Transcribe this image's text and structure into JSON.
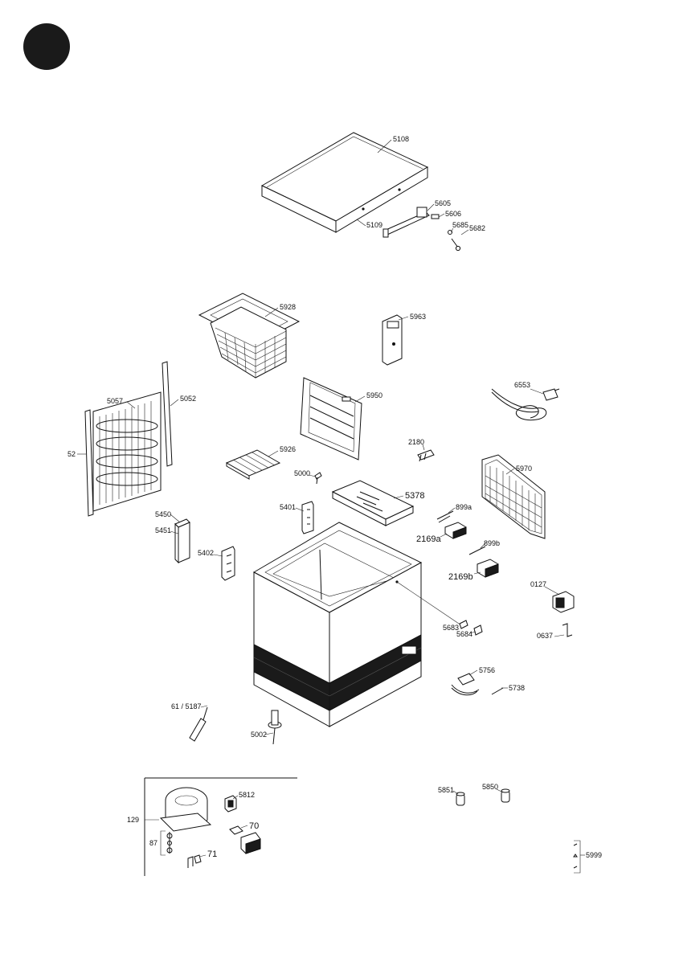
{
  "labels": {
    "l5108": "5108",
    "l5109": "5109",
    "l5605": "5605",
    "l5606": "5606",
    "l5685": "5685",
    "l5682": "5682",
    "l5928": "5928",
    "l5963": "5963",
    "l5057": "5057",
    "l5052": "5052",
    "l52": "52",
    "l6553": "6553",
    "l5950": "5950",
    "l5926": "5926",
    "l2180": "2180",
    "l5970": "5970",
    "l5000": "5000",
    "l5378": "5378",
    "l899a": "899a",
    "l5450": "5450",
    "l5451": "5451",
    "l5401": "5401",
    "l2169a": "2169a",
    "l899b": "899b",
    "l5402": "5402",
    "l2169b": "2169b",
    "l0127": "0127",
    "l5683": "5683",
    "l5684": "5684",
    "l0637": "0637",
    "l5756": "5756",
    "l5738": "5738",
    "l5187": "61 / 5187",
    "l5002": "5002",
    "l5851": "5851",
    "l5850": "5850",
    "l5812": "5812",
    "l129": "129",
    "l70": "70",
    "l87": "87",
    "l71": "71",
    "l5999": "5999"
  }
}
